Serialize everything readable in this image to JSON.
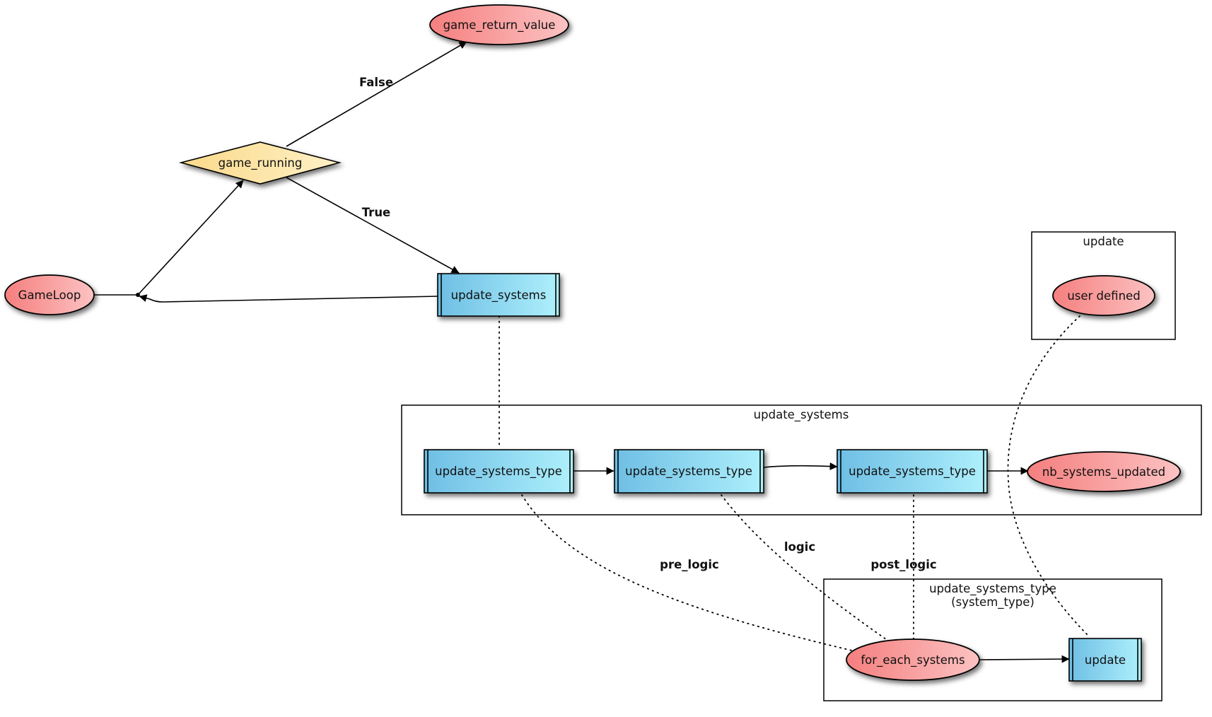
{
  "diagram": {
    "colors": {
      "ellipse_left": "#f57f7f",
      "ellipse_right": "#fcc2c2",
      "rect_left": "#6ebee4",
      "rect_right": "#aef0fc",
      "diamond_left": "#fad98a",
      "diamond_right": "#fff1c6",
      "stroke": "#000000"
    },
    "nodes": {
      "game_return_value": "game_return_value",
      "game_running": "game_running",
      "gameloop": "GameLoop",
      "update_systems": "update_systems",
      "user_defined": "user defined",
      "update_systems_type_1": "update_systems_type",
      "update_systems_type_2": "update_systems_type",
      "update_systems_type_3": "update_systems_type",
      "nb_systems_updated": "nb_systems_updated",
      "for_each_systems": "for_each_systems",
      "update": "update"
    },
    "clusters": {
      "update": "update",
      "update_systems": "update_systems",
      "update_systems_type_line1": "update_systems_type",
      "update_systems_type_line2": "(system_type)"
    },
    "edge_labels": {
      "false": "False",
      "true": "True",
      "pre_logic": "pre_logic",
      "logic": "logic",
      "post_logic": "post_logic"
    }
  }
}
